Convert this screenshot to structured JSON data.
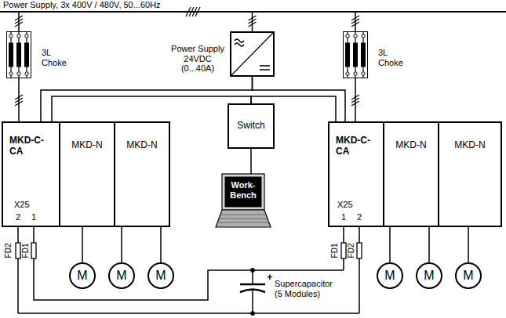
{
  "diagram": {
    "nodes": [
      {
        "text": [
          "3L Choke"
        ]
      },
      {
        "text": [
          "Power Supply 24VDC (0...40A)"
        ]
      },
      {
        "text": [
          "3L Choke"
        ]
      },
      {
        "text": [
          "Switch"
        ]
      },
      {
        "text": [
          "MKD-C- CA",
          "X25",
          "2",
          "1"
        ]
      },
      {
        "text": [
          "MKD-N"
        ]
      },
      {
        "text": [
          "MKD-N"
        ]
      },
      {
        "text": [
          "Work- Bench"
        ]
      },
      {
        "text": [
          "MKD-C- CA",
          "X25",
          "1",
          "2"
        ]
      },
      {
        "text": [
          "MKD-N"
        ]
      },
      {
        "text": [
          "MKD-N"
        ]
      },
      {
        "text": [
          "M"
        ]
      },
      {
        "text": [
          "M"
        ]
      },
      {
        "text": [
          "M"
        ]
      },
      {
        "text": [
          "M"
        ]
      },
      {
        "text": [
          "M"
        ]
      },
      {
        "text": [
          "M"
        ]
      }
    ],
    "edges": [
      {
        "from": 0,
        "to": 4,
        "arrow": "none"
      },
      {
        "from": 2,
        "to": 8,
        "arrow": "none"
      },
      {
        "from": 1,
        "to": 4,
        "arrow": "none"
      },
      {
        "from": 1,
        "to": 8,
        "arrow": "none"
      },
      {
        "from": 3,
        "to": 4,
        "arrow": "none"
      },
      {
        "from": 3,
        "to": 8,
        "arrow": "none"
      },
      {
        "from": 3,
        "to": 7,
        "arrow": "none"
      },
      {
        "from": 5,
        "to": 11,
        "arrow": "none"
      },
      {
        "from": 6,
        "to": 12,
        "arrow": "none"
      },
      {
        "from": 6,
        "to": 13,
        "arrow": "none"
      },
      {
        "from": 9,
        "to": 14,
        "arrow": "none"
      },
      {
        "from": 9,
        "to": 15,
        "arrow": "none"
      },
      {
        "from": 10,
        "to": 16,
        "arrow": "none"
      }
    ],
    "labels": [
      "Power Supply, 3x 400V / 480V, 50...60Hz",
      "FD2",
      "FD1",
      "FD1",
      "FD2",
      "+",
      "Supercapacitor (5 Modules)"
    ]
  }
}
